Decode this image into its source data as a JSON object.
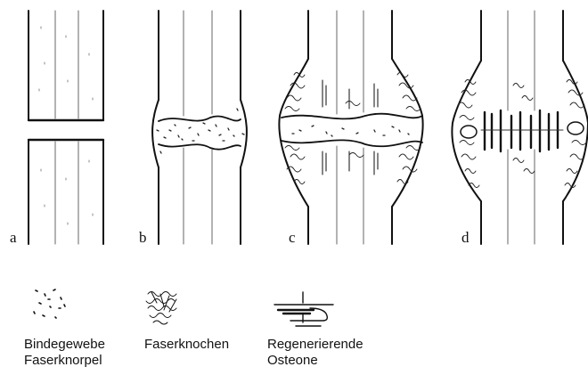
{
  "panels": [
    {
      "letter": "a"
    },
    {
      "letter": "b"
    },
    {
      "letter": "c"
    },
    {
      "letter": "d"
    }
  ],
  "legend": [
    {
      "label": "Bindegewebe\nFaserknorpel",
      "icon": "dotted-tissue-icon"
    },
    {
      "label": "Faserknochen",
      "icon": "woven-bone-icon"
    },
    {
      "label": "Regenerierende\nOsteone",
      "icon": "regenerating-osteon-icon"
    }
  ]
}
